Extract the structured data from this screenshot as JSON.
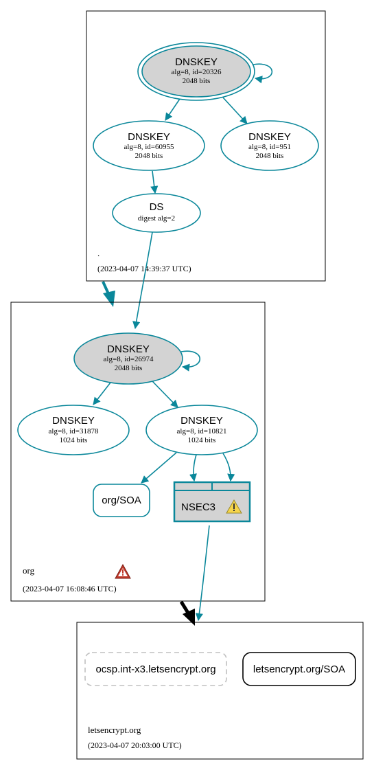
{
  "zones": {
    "root": {
      "name": ".",
      "timestamp": "(2023-04-07 14:39:37 UTC)"
    },
    "org": {
      "name": "org",
      "timestamp": "(2023-04-07 16:08:46 UTC)"
    },
    "letsencrypt": {
      "name": "letsencrypt.org",
      "timestamp": "(2023-04-07 20:03:00 UTC)"
    }
  },
  "nodes": {
    "root_ksk": {
      "title": "DNSKEY",
      "line1": "alg=8, id=20326",
      "line2": "2048 bits"
    },
    "root_zsk1": {
      "title": "DNSKEY",
      "line1": "alg=8, id=60955",
      "line2": "2048 bits"
    },
    "root_zsk2": {
      "title": "DNSKEY",
      "line1": "alg=8, id=951",
      "line2": "2048 bits"
    },
    "org_ds": {
      "title": "DS",
      "line1": "digest alg=2"
    },
    "org_ksk": {
      "title": "DNSKEY",
      "line1": "alg=8, id=26974",
      "line2": "2048 bits"
    },
    "org_zsk1": {
      "title": "DNSKEY",
      "line1": "alg=8, id=31878",
      "line2": "1024 bits"
    },
    "org_zsk2": {
      "title": "DNSKEY",
      "line1": "alg=8, id=10821",
      "line2": "1024 bits"
    },
    "org_soa": {
      "label": "org/SOA"
    },
    "org_nsec3": {
      "label": "NSEC3"
    },
    "ocsp": {
      "label": "ocsp.int-x3.letsencrypt.org"
    },
    "le_soa": {
      "label": "letsencrypt.org/SOA"
    }
  },
  "colors": {
    "edge": "#0a879a",
    "ksk_fill": "#d3d3d3",
    "warning_fill": "#f5d44b",
    "error_fill": "#c0392b",
    "dashed": "#c0c0c0"
  }
}
